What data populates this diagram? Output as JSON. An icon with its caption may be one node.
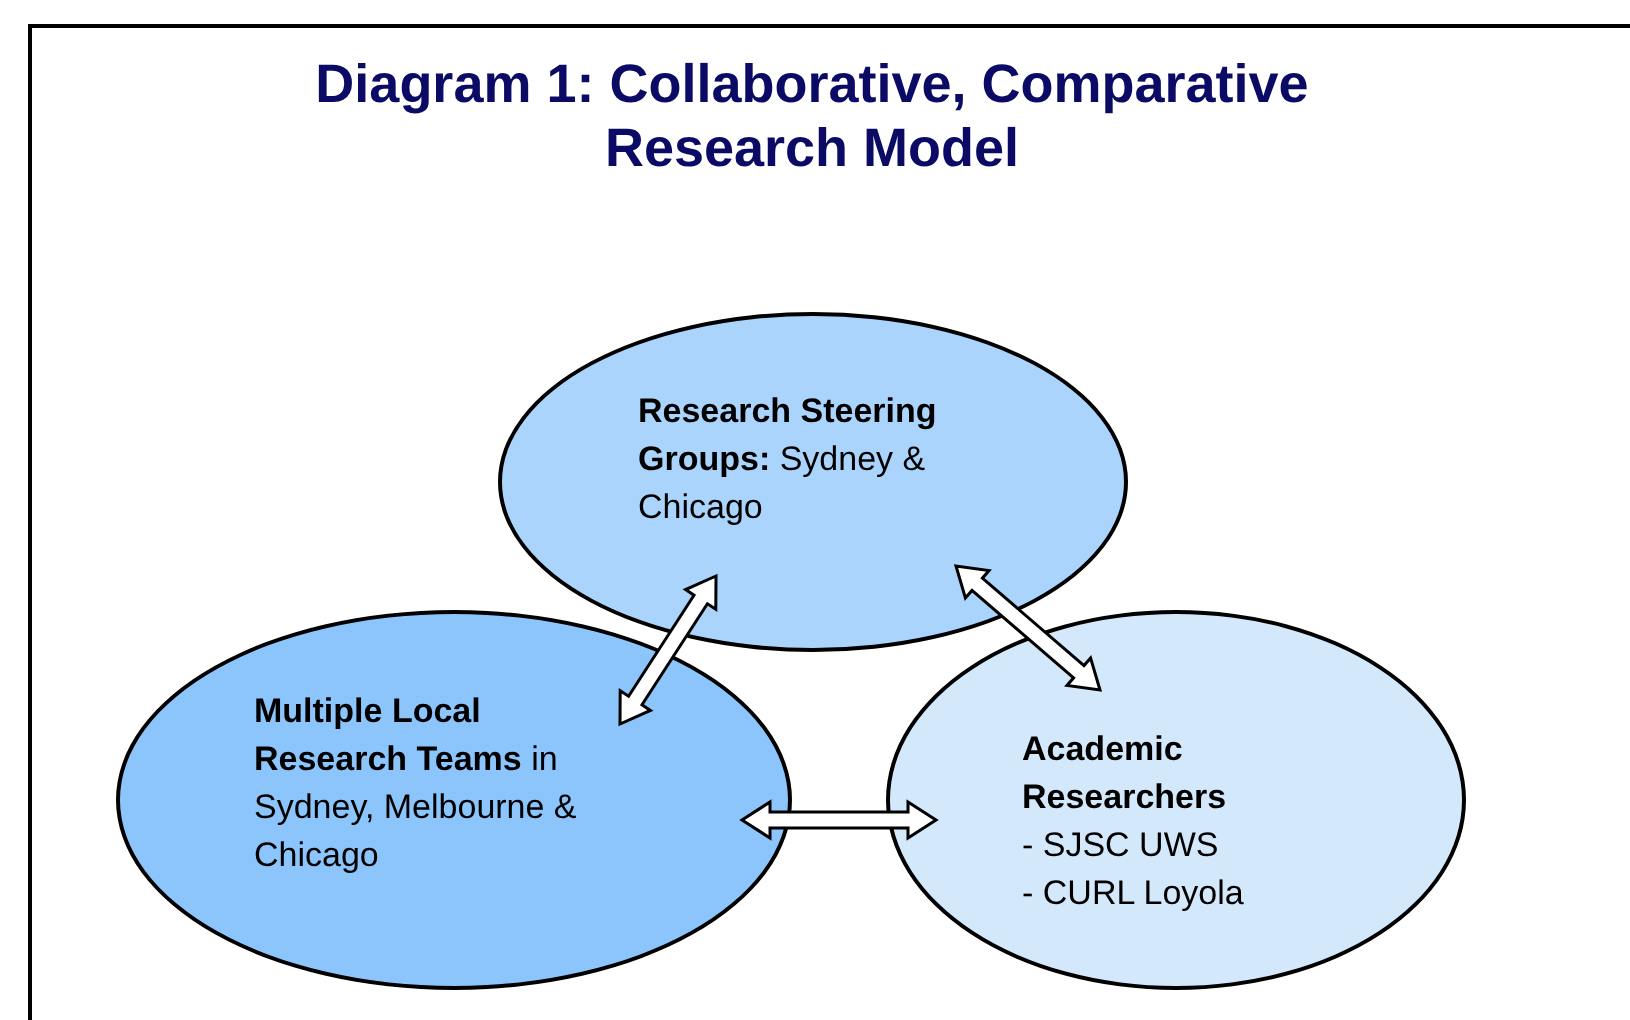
{
  "diagram": {
    "title": "Diagram 1: Collaborative, Comparative Research Model",
    "nodes": [
      {
        "text": [
          "**Research Steering Groups:**  Sydney & Chicago"
        ]
      },
      {
        "text": [
          "**Multiple Local Research Teams** in Sydney, Melbourne & Chicago"
        ]
      },
      {
        "text": [
          "**Academic Researchers**",
          "- SJSC UWS",
          "- CURL Loyola"
        ]
      }
    ],
    "edges": [
      {
        "from": 0,
        "to": 1,
        "arrow": "both"
      },
      {
        "from": 0,
        "to": 2,
        "arrow": "both"
      },
      {
        "from": 1,
        "to": 2,
        "arrow": "both"
      }
    ]
  }
}
